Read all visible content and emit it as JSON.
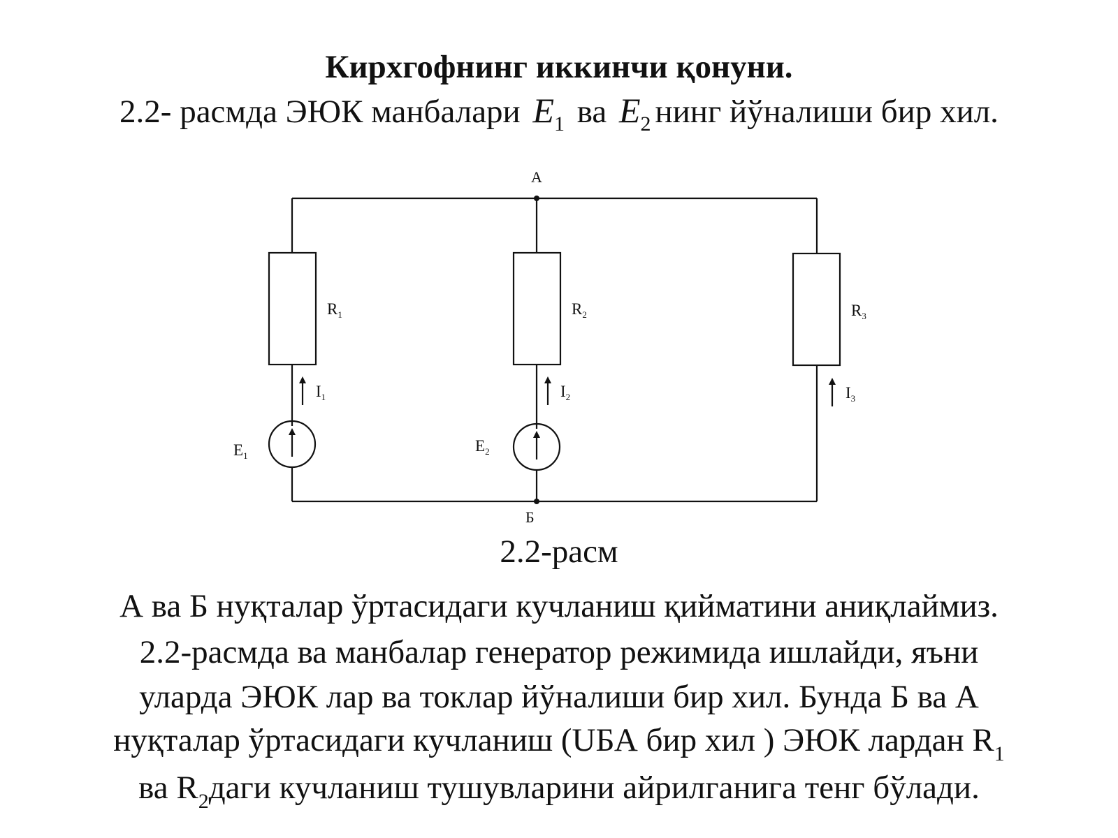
{
  "title": "Кирхгофнинг иккинчи қонуни.",
  "subtitle": {
    "before": "2.2- расмда ЭЮК манбалари",
    "var1": "E",
    "var1_sub": "1",
    "middle": "ва",
    "var2": "E",
    "var2_sub": "2",
    "after": "нинг йўналиши бир хил."
  },
  "diagram": {
    "node_top": "A",
    "node_bottom": "Б",
    "resistors": [
      {
        "label": "R",
        "sub": "1"
      },
      {
        "label": "R",
        "sub": "2"
      },
      {
        "label": "R",
        "sub": "3"
      }
    ],
    "currents": [
      {
        "label": "I",
        "sub": "1"
      },
      {
        "label": "I",
        "sub": "2"
      },
      {
        "label": "I",
        "sub": "3"
      }
    ],
    "sources": [
      {
        "label": "E",
        "sub": "1"
      },
      {
        "label": "E",
        "sub": "2"
      }
    ]
  },
  "caption": "2.2-расм",
  "paragraph": {
    "line1": "А ва Б нуқталар ўртасидаги кучланиш қийматини аниқлаймиз.",
    "line2": "2.2-расмда  ва  манбалар генератор режимида ишлайди, яъни",
    "line3": "уларда ЭЮК лар ва токлар йўналиши бир хил. Бунда Б ва А",
    "line4_text": "нуқталар ўртасидаги кучланиш (UБА бир хил ) ЭЮК лардан R",
    "line4_sub": "1",
    "line5_a": "ва R",
    "line5_sub": "2",
    "line5_b": "даги кучланиш тушувларини айрилганига тенг бўлади."
  }
}
